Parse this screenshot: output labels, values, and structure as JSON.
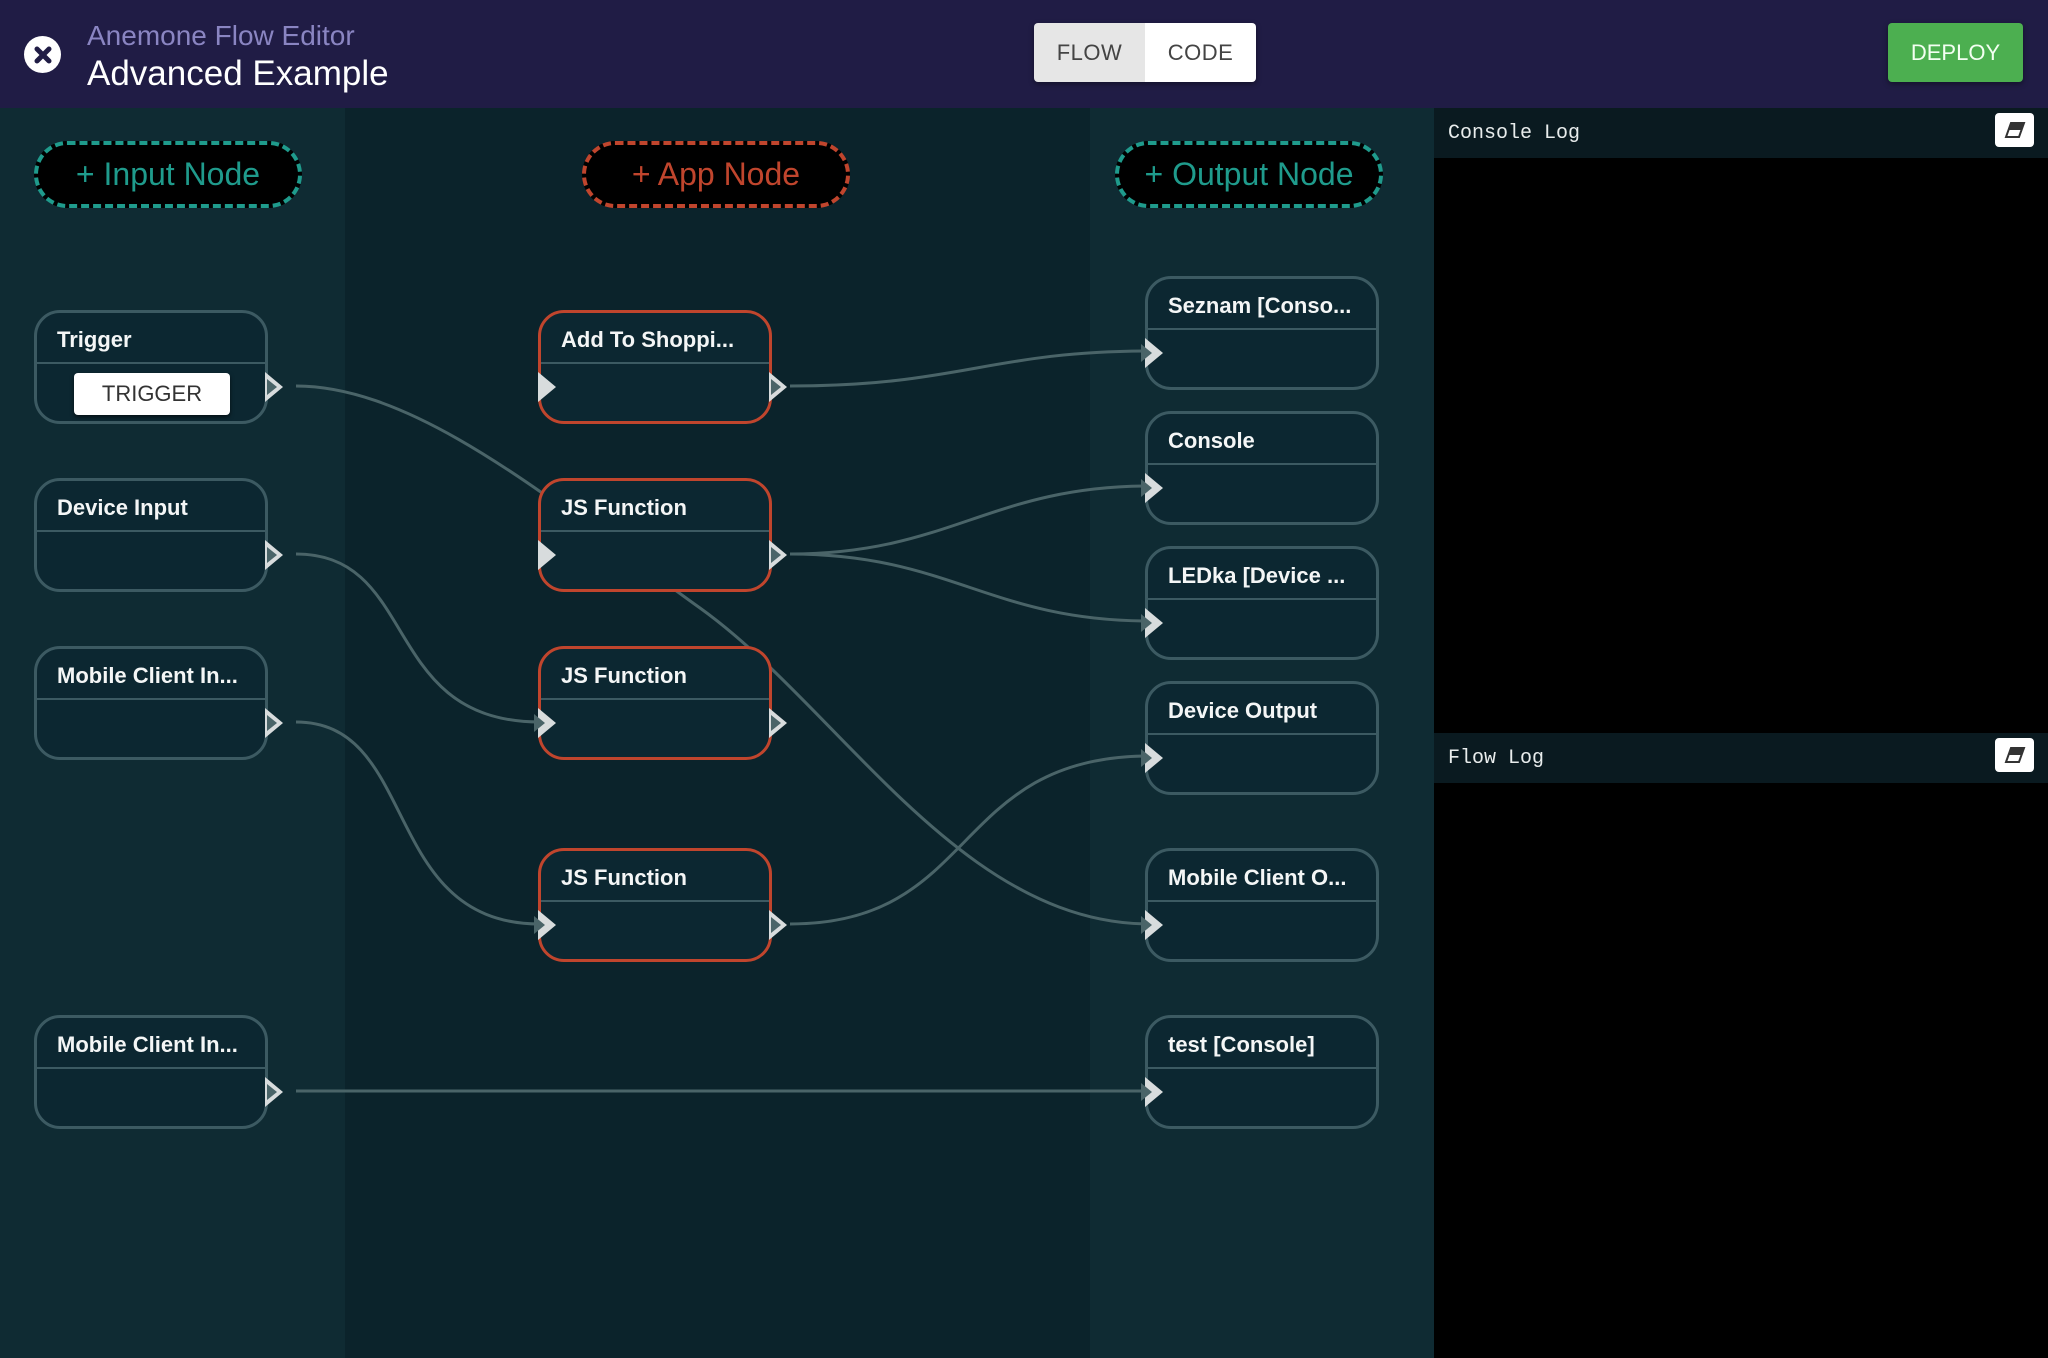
{
  "header": {
    "app_name": "Anemone Flow Editor",
    "title": "Advanced Example",
    "close_icon": "close-circle-icon",
    "tabs": [
      {
        "label": "FLOW",
        "active": true
      },
      {
        "label": "CODE",
        "active": false
      }
    ],
    "deploy_label": "DEPLOY",
    "colors": {
      "header_bg": "#201c45",
      "deploy": "#4caf50"
    }
  },
  "canvas": {
    "add_buttons": {
      "input": "+ Input Node",
      "app": "+ App Node",
      "output": "+ Output Node"
    },
    "input_nodes": [
      {
        "title": "Trigger",
        "button": "TRIGGER"
      },
      {
        "title": "Device Input"
      },
      {
        "title": "Mobile Client In..."
      },
      {
        "title": "Mobile Client In..."
      }
    ],
    "app_nodes": [
      {
        "title": "Add To Shoppi..."
      },
      {
        "title": "JS Function"
      },
      {
        "title": "JS Function"
      },
      {
        "title": "JS Function"
      }
    ],
    "output_nodes": [
      {
        "title": "Seznam [Conso..."
      },
      {
        "title": "Console"
      },
      {
        "title": "LEDka [Device ..."
      },
      {
        "title": "Device Output"
      },
      {
        "title": "Mobile Client O..."
      },
      {
        "title": "test [Console]"
      }
    ],
    "connections": [
      {
        "from": "Add To Shoppi...",
        "to": "Seznam [Conso..."
      },
      {
        "from": "Trigger",
        "to": "Mobile Client O..."
      },
      {
        "from": "Device Input",
        "to": "JS Function (2)"
      },
      {
        "from": "Mobile Client In... (1)",
        "to": "JS Function (3)"
      },
      {
        "from": "JS Function (1)",
        "to": "Console"
      },
      {
        "from": "JS Function (1)",
        "to": "LEDka [Device ..."
      },
      {
        "from": "JS Function (3)",
        "to": "Device Output"
      },
      {
        "from": "Mobile Client In... (2)",
        "to": "test [Console]"
      }
    ],
    "colors": {
      "input_accent": "#1f9b8c",
      "app_accent": "#c0452d",
      "wire": "#4a6468"
    }
  },
  "logs": {
    "console": {
      "title": "Console Log",
      "clear_icon": "eraser-icon"
    },
    "flow": {
      "title": "Flow Log",
      "clear_icon": "eraser-icon"
    }
  }
}
